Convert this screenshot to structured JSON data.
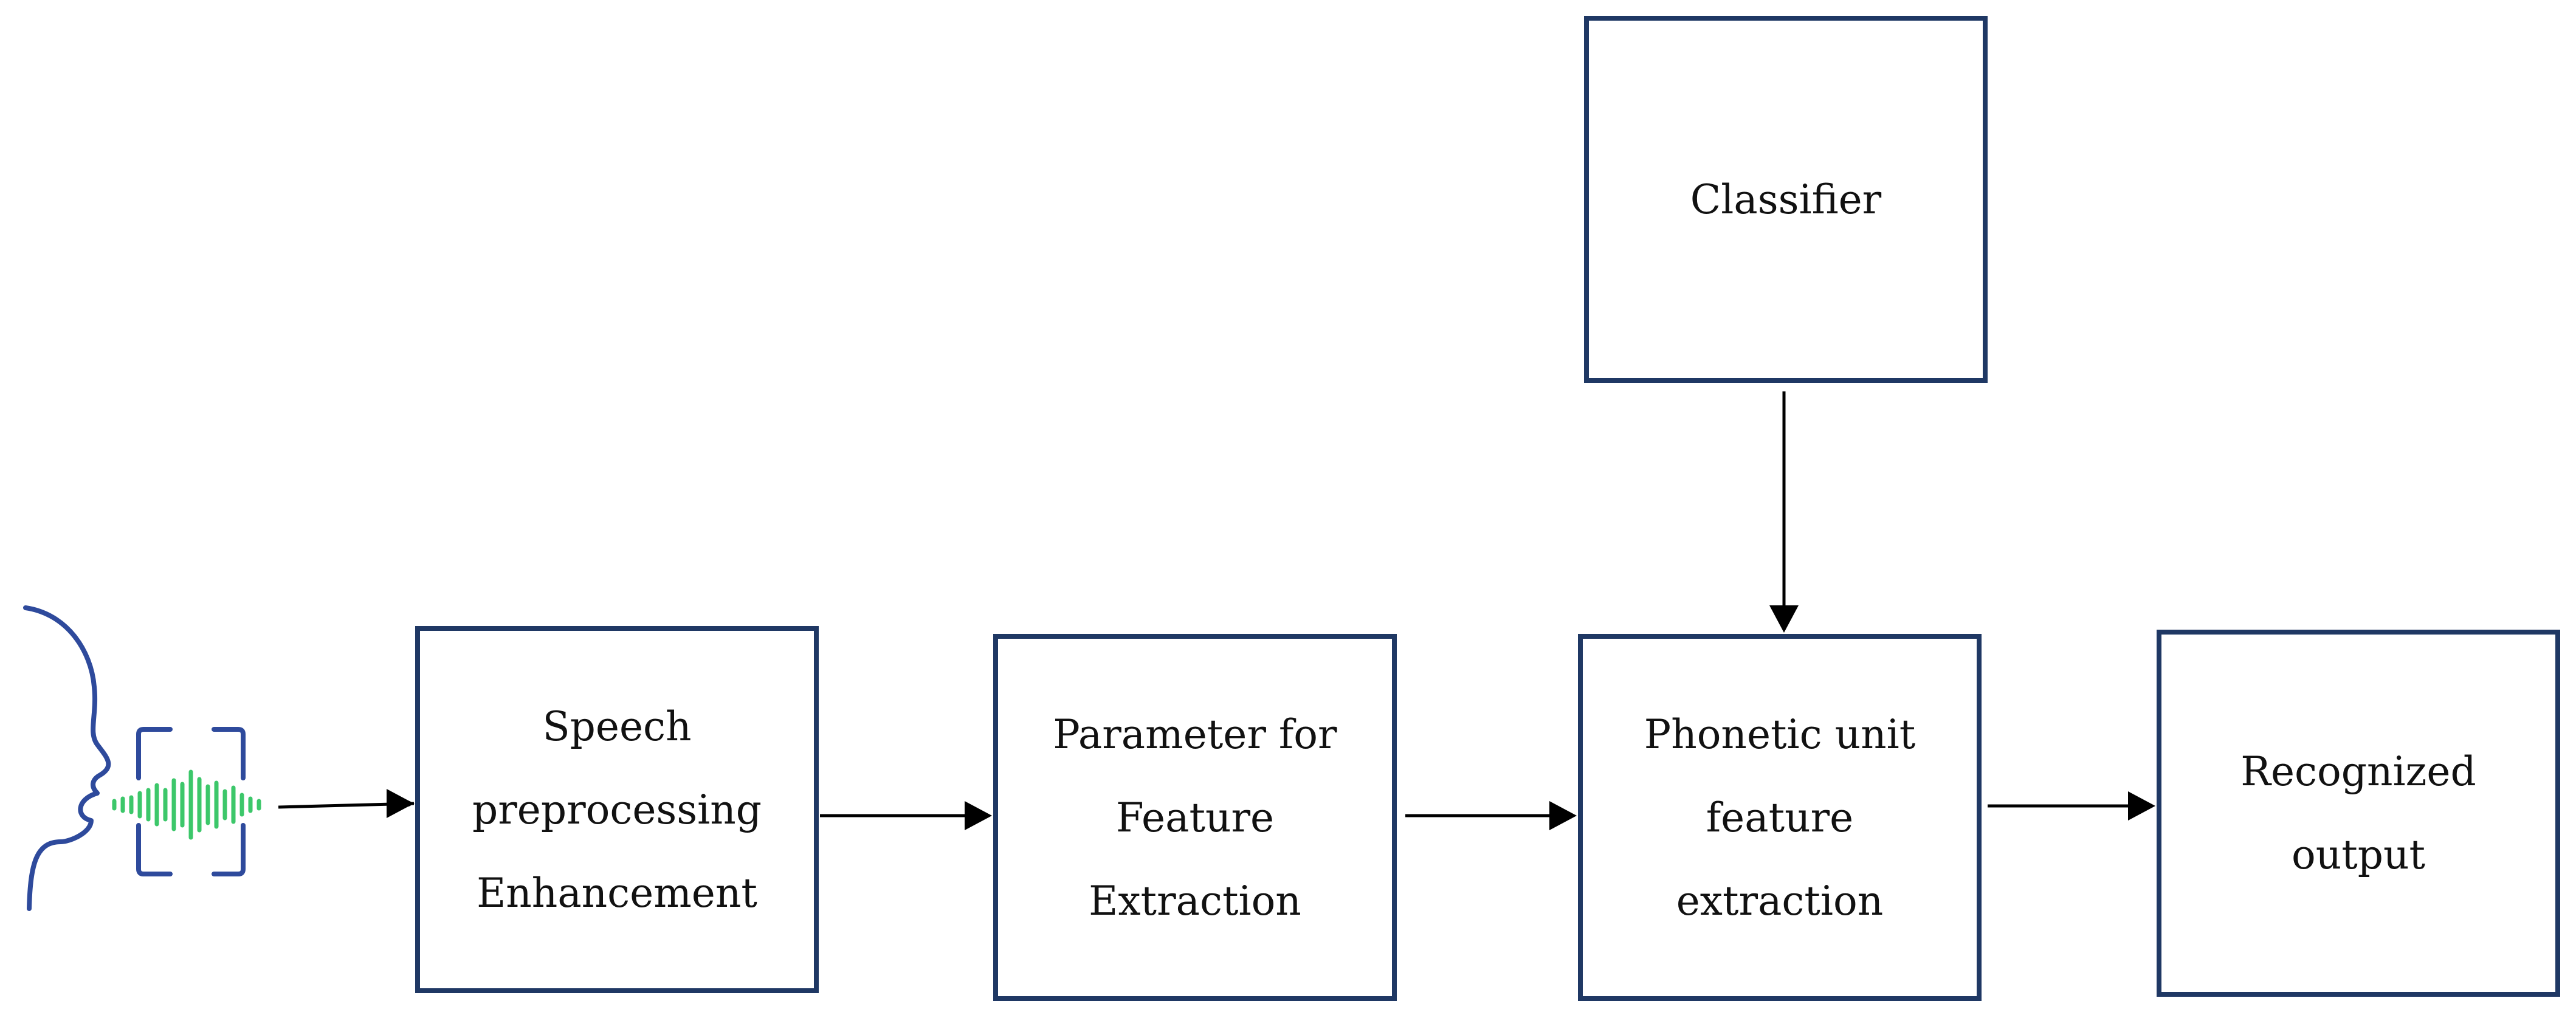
{
  "colors": {
    "box_border": "#1f3864",
    "face_line": "#2e4a9c",
    "wave": "#3cc76a",
    "arrow": "#000000",
    "text": "#111111"
  },
  "icons": {
    "speaker": "speaking-face-icon",
    "wave": "sound-wave-icon"
  },
  "nodes": {
    "classifier": {
      "lines": [
        "Classifier"
      ]
    },
    "speech_preprocessing": {
      "lines": [
        "Speech",
        "preprocessing",
        "Enhancement"
      ]
    },
    "parameter_extraction": {
      "lines": [
        "Parameter for",
        "Feature",
        "Extraction"
      ]
    },
    "phonetic_unit": {
      "lines": [
        "Phonetic unit",
        "feature",
        "extraction"
      ]
    },
    "recognized_output": {
      "lines": [
        "Recognized",
        "output"
      ]
    }
  },
  "edges": [
    {
      "from": "speaker_input",
      "to": "speech_preprocessing"
    },
    {
      "from": "speech_preprocessing",
      "to": "parameter_extraction"
    },
    {
      "from": "parameter_extraction",
      "to": "phonetic_unit"
    },
    {
      "from": "classifier",
      "to": "phonetic_unit"
    },
    {
      "from": "phonetic_unit",
      "to": "recognized_output"
    }
  ]
}
